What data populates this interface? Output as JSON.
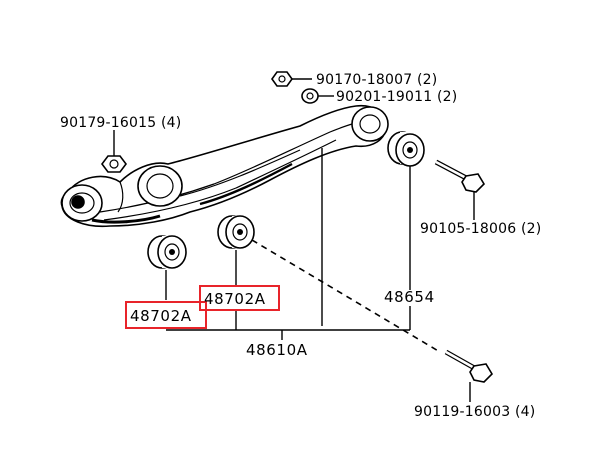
{
  "callouts": {
    "nut_top": "90170-18007 (2)",
    "washer_top": "90201-19011 (2)",
    "nut_left": "90179-16015 (4)",
    "bolt_right": "90105-18006 (2)",
    "bush_48702A_left": "48702A",
    "bush_48702A_mid": "48702A",
    "bush_48654": "48654",
    "arm_48610A": "48610A",
    "bolt_bottom": "90119-16003 (4)"
  },
  "colors": {
    "highlight_box": "#e8242a",
    "line": "#000000"
  },
  "icons": [
    "nut-icon",
    "washer-icon",
    "bolt-icon",
    "bushing-icon",
    "control-arm-icon"
  ]
}
